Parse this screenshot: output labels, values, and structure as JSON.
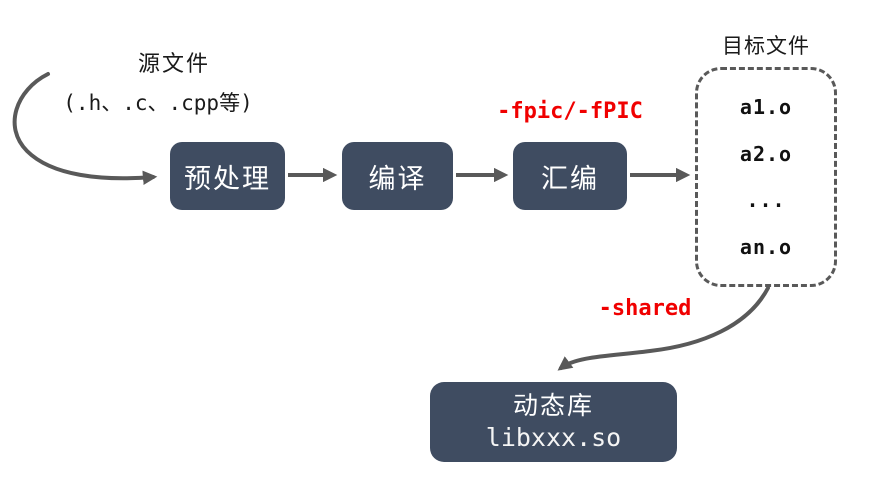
{
  "source": {
    "title": "源文件",
    "subtitle": "(.h、.c、.cpp等)"
  },
  "steps": [
    {
      "label": "预处理"
    },
    {
      "label": "编译"
    },
    {
      "label": "汇编"
    }
  ],
  "annotations": {
    "fpic": "-fpic/-fPIC",
    "shared": "-shared"
  },
  "object_files": {
    "title": "目标文件",
    "items": [
      "a1.o",
      "a2.o",
      "...",
      "an.o"
    ]
  },
  "output": {
    "title": "动态库",
    "subtitle": "libxxx.so"
  },
  "colors": {
    "node_background": "#3f4c61",
    "node_text": "#ffffff",
    "arrow": "#595959",
    "dashed_border": "#595959",
    "accent_red": "#f00000",
    "label_text": "#1a1a1a",
    "page_background": "#ffffff"
  }
}
